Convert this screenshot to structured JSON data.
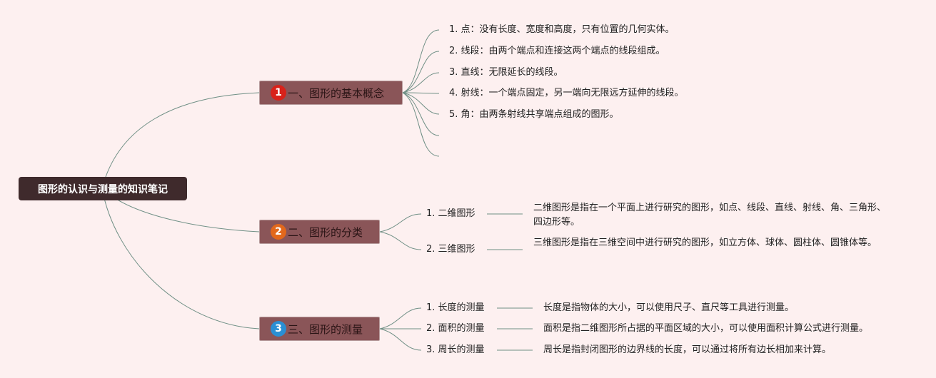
{
  "colors": {
    "background": "#fdf0f0",
    "root": "#3f2a2c",
    "branch": "#8a5558",
    "connector": "#6f8f85",
    "badge_1": "#d8221a",
    "badge_2": "#e2681c",
    "badge_3": "#2a8fd4"
  },
  "root": {
    "label": "图形的认识与测量的知识笔记"
  },
  "branches": [
    {
      "number": "1",
      "label": "一、图形的基本概念",
      "items": [
        {
          "label": "1. 点：没有长度、宽度和高度，只有位置的几何实体。"
        },
        {
          "label": "2. 线段：由两个端点和连接这两个端点的线段组成。"
        },
        {
          "label": "3. 直线：无限延长的线段。"
        },
        {
          "label": "4. 射线：一个端点固定，另一端向无限远方延伸的线段。"
        },
        {
          "label": "5. 角：由两条射线共享端点组成的图形。"
        }
      ]
    },
    {
      "number": "2",
      "label": "二、图形的分类",
      "items": [
        {
          "label": "1. 二维图形",
          "detail": "二维图形是指在一个平面上进行研究的图形，如点、线段、直线、射线、角、三角形、四边形等。"
        },
        {
          "label": "2. 三维图形",
          "detail": "三维图形是指在三维空间中进行研究的图形，如立方体、球体、圆柱体、圆锥体等。"
        }
      ]
    },
    {
      "number": "3",
      "label": "三、图形的测量",
      "items": [
        {
          "label": "1. 长度的测量",
          "detail": "长度是指物体的大小，可以使用尺子、直尺等工具进行测量。"
        },
        {
          "label": "2. 面积的测量",
          "detail": "面积是指二维图形所占据的平面区域的大小，可以使用面积计算公式进行测量。"
        },
        {
          "label": "3. 周长的测量",
          "detail": "周长是指封闭图形的边界线的长度，可以通过将所有边长相加来计算。"
        }
      ]
    }
  ]
}
